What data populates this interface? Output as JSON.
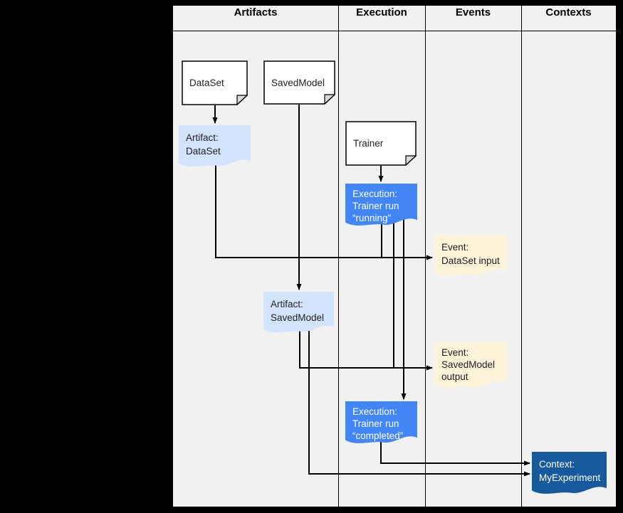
{
  "diagram": {
    "columns": [
      {
        "label": "Artifacts"
      },
      {
        "label": "Execution"
      },
      {
        "label": "Events"
      },
      {
        "label": "Contexts"
      }
    ],
    "nodes": {
      "dataset": {
        "label": "DataSet"
      },
      "savedmodel": {
        "label": "SavedModel"
      },
      "trainer": {
        "label": "Trainer"
      },
      "artifact_dataset": {
        "lines": [
          "Artifact:",
          "DataSet"
        ]
      },
      "execution_running": {
        "lines": [
          "Execution:",
          "Trainer run",
          "“running”"
        ]
      },
      "event_dataset_input": {
        "lines": [
          "Event:",
          "DataSet input"
        ]
      },
      "artifact_savedmodel": {
        "lines": [
          "Artifact:",
          "SavedModel"
        ]
      },
      "event_savedmodel_output": {
        "lines": [
          "Event:",
          "SavedModel",
          "output"
        ]
      },
      "execution_completed": {
        "lines": [
          "Execution:",
          "Trainer run",
          "“completed”"
        ]
      },
      "context_myexperiment": {
        "lines": [
          "Context:",
          "MyExperiment"
        ]
      }
    },
    "colors": {
      "page_background": "#000000",
      "canvas": "#f1f1f1",
      "card_fill": "#ffffff",
      "card_fold": "#d9d9d9",
      "artifact_fill": "#d2e3fc",
      "execution_fill": "#4285f4",
      "event_fill": "#fdf3d9",
      "context_fill": "#17599d",
      "line": "#000000"
    }
  }
}
